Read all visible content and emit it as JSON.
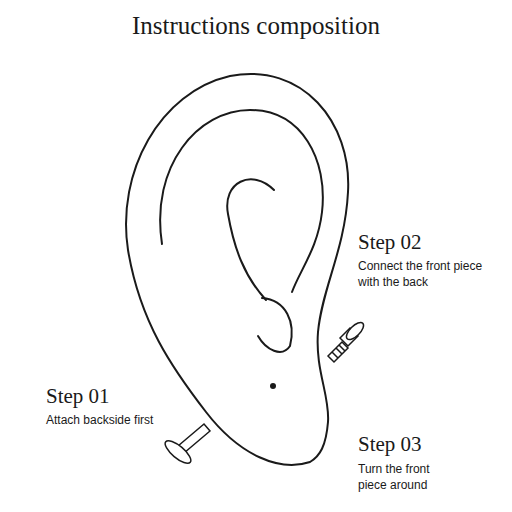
{
  "diagram": {
    "title": "Instructions composition",
    "labels": [
      "Step 02",
      "Connect the front piece with the back",
      "Step 01",
      "Attach backside first",
      "Step 03",
      "Turn the front piece around"
    ]
  }
}
